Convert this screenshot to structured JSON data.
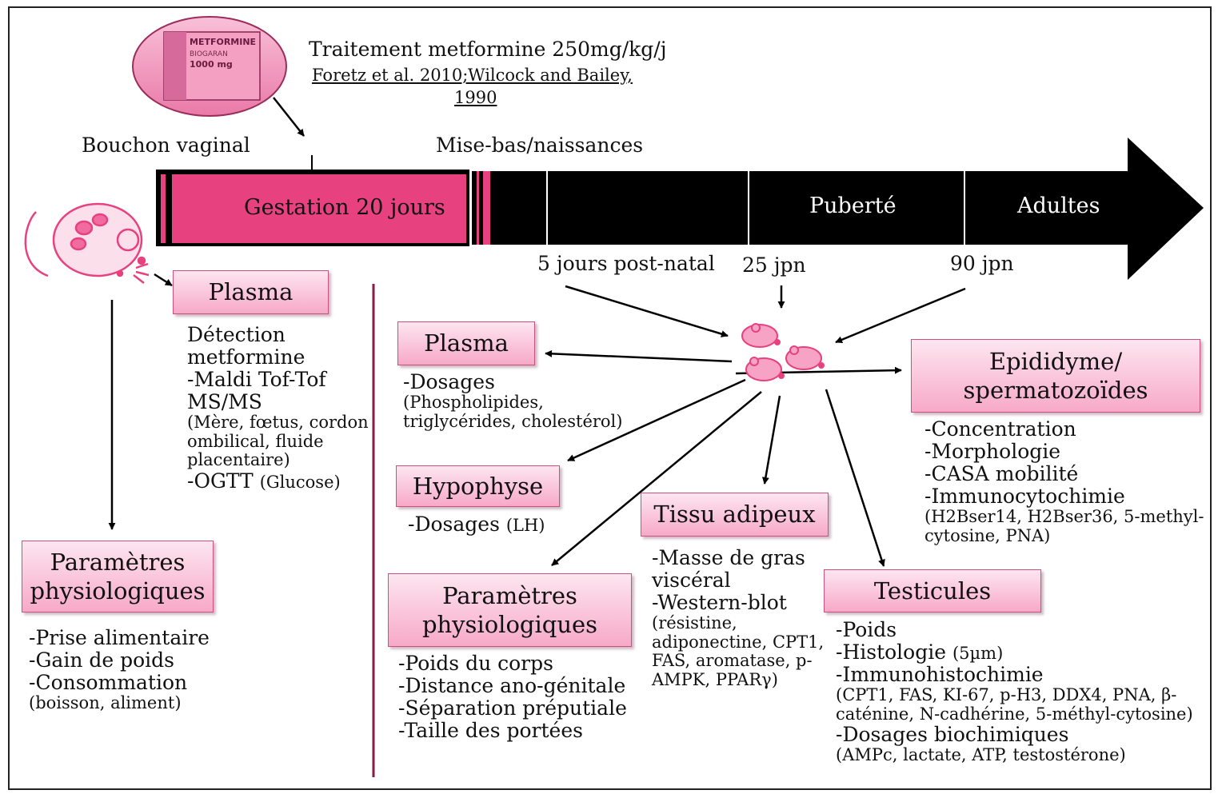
{
  "header": {
    "treatment": "Traitement  metformine  250mg/kg/j",
    "ref1": "Foretz et al. 2010;",
    "ref2": "Wilcock and Bailey,",
    "ref3": "1990",
    "pill_brand": "METFORMINE",
    "pill_maker": "BIOGARAN",
    "pill_dose": "1000 mg"
  },
  "timeline": {
    "bouchon": "Bouchon  vaginal",
    "mise_bas": "Mise-bas/naissances",
    "gestation": "Gestation  20 jours",
    "puberte": "Puberté",
    "adultes": "Adultes",
    "t5": "5 jours  post-natal",
    "t25": "25 jpn",
    "t90": "90 jpn"
  },
  "mother": {
    "plasma_title": "Plasma",
    "plasma_lines": [
      "Détection",
      "metformine",
      "-Maldi  Tof-Tof",
      "MS/MS"
    ],
    "plasma_small": [
      "(Mère, fœtus, cordon",
      "ombilical, fluide",
      "placentaire)"
    ],
    "ogtt": "-OGTT",
    "ogtt_small": "(Glucose)",
    "physio_title_1": "Paramètres",
    "physio_title_2": "physiologiques",
    "physio_lines": [
      "-Prise  alimentaire",
      "-Gain  de poids",
      "-Consommation"
    ],
    "physio_small": "(boisson, aliment)"
  },
  "offspring": {
    "plasma_title": "Plasma",
    "plasma_lines": [
      "-Dosages"
    ],
    "plasma_small": [
      "(Phospholipides,",
      "triglycérides, cholestérol)"
    ],
    "hypo_title": "Hypophyse",
    "hypo_line": "-Dosages",
    "hypo_small": "(LH)",
    "physio_title_1": "Paramètres",
    "physio_title_2": "physiologiques",
    "physio_lines": [
      "-Poids  du corps",
      "-Distance  ano-génitale",
      "-Séparation  préputiale",
      "-Taille   des portées"
    ],
    "adipose_title": "Tissu adipeux",
    "adipose_lines": [
      "-Masse de gras",
      "viscéral",
      "-Western-blot"
    ],
    "adipose_small": [
      "(résistine,",
      "adiponectine, CPT1,",
      "FAS, aromatase, p-",
      "AMPK, PPARγ)"
    ],
    "testis_title": "Testicules",
    "testis_poids": "-Poids",
    "testis_histo": "-Histologie",
    "testis_histo_small": "(5µm)",
    "testis_immuno": "-Immunohistochimie",
    "testis_immuno_small": [
      "(CPT1,  FAS, KI-67,  p-H3, DDX4,  PNA, β-",
      "caténine, N-cadhérine, 5-méthyl-cytosine)"
    ],
    "testis_bio": "-Dosages biochimiques",
    "testis_bio_small": "(AMPc, lactate, ATP, testostérone)",
    "epi_title_1": "Epididyme/",
    "epi_title_2": "spermatozoïdes",
    "epi_lines": [
      "-Concentration",
      "-Morphologie",
      "-CASA mobilité",
      "-Immunocytochimie"
    ],
    "epi_small": [
      "(H2Bser14,  H2Bser36,  5-methyl-",
      "cytosine, PNA)"
    ]
  },
  "colors": {
    "pink_box": "#f7a9c8",
    "gestation": "#e8417f",
    "timeline_black": "#000000",
    "divider": "#8b1a4a",
    "mouse": "#f06ba0"
  }
}
